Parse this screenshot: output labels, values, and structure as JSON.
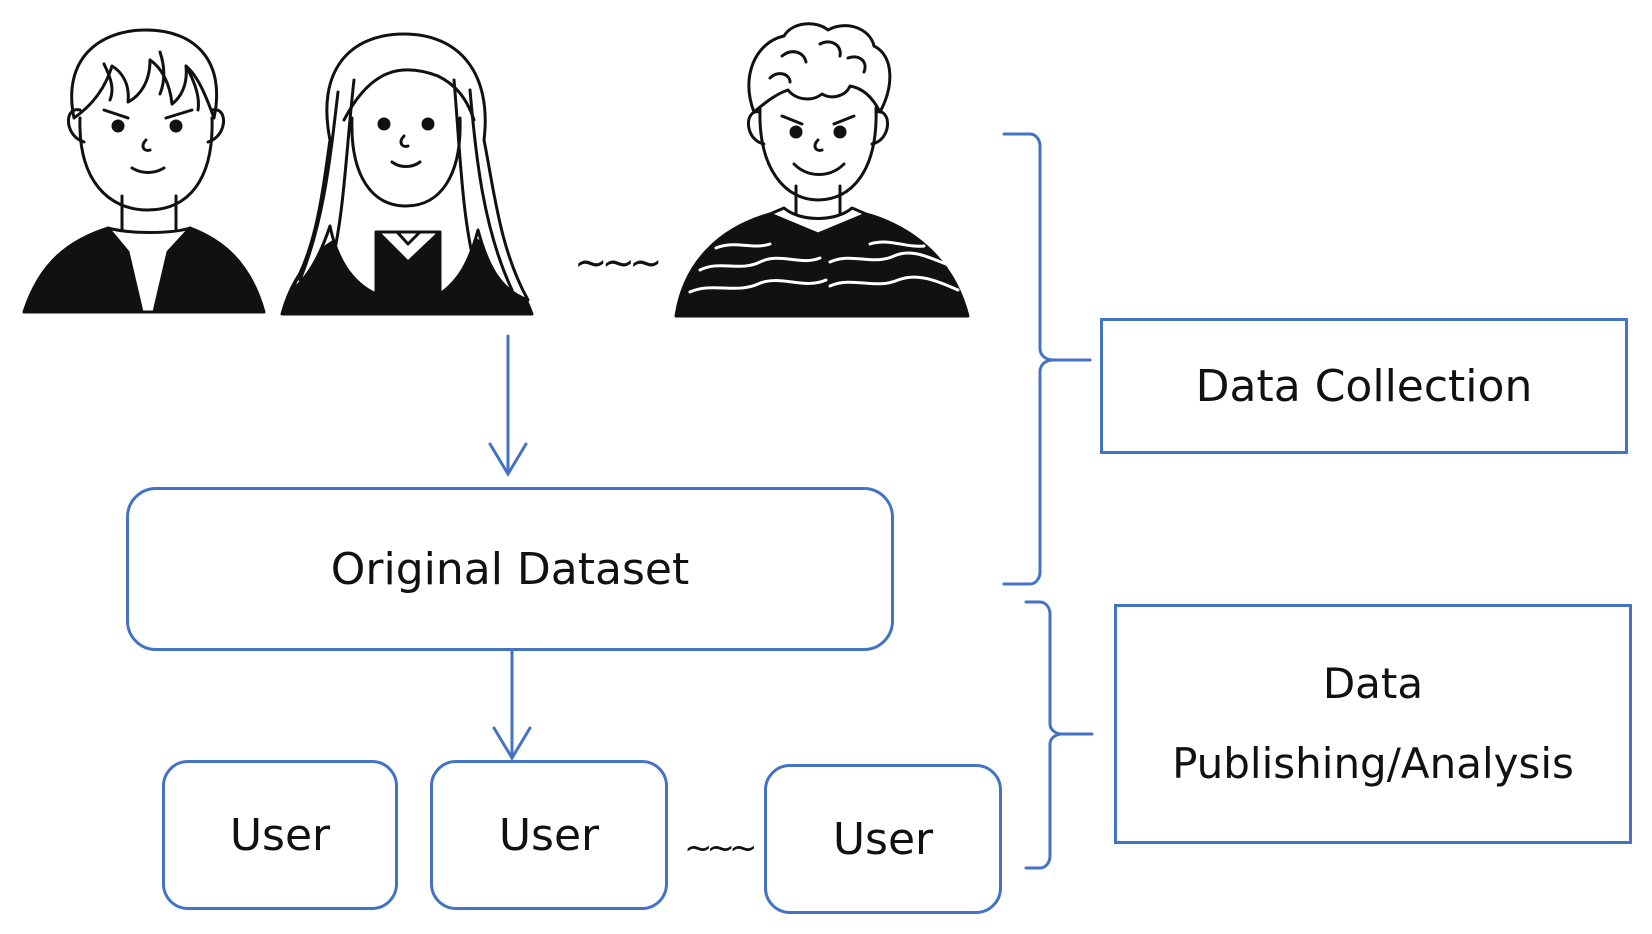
{
  "flow": {
    "source_dataset": "Original Dataset",
    "users": [
      "User",
      "User",
      "User"
    ],
    "ellipsis_people": "~~~",
    "ellipsis_users": "~~~"
  },
  "phases": {
    "collection": "Data Collection",
    "publishing_line1": "Data",
    "publishing_line2": "Publishing/Analysis"
  },
  "colors": {
    "accent": "#4472c4",
    "ink": "#111111"
  },
  "icons": [
    "person-boy-icon",
    "person-girl-icon",
    "person-boy-curly-icon",
    "down-arrow-icon",
    "bracket-icon"
  ]
}
